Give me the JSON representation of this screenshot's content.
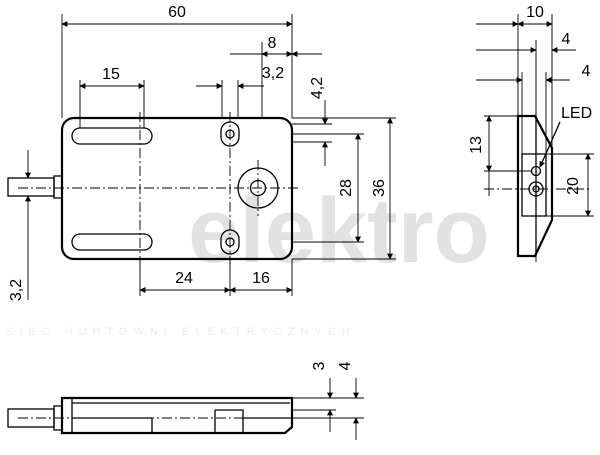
{
  "watermark": {
    "brand": "elektro",
    "tagline": "SIEC HURTOWNI ELEKTRYCZNYCH"
  },
  "dimensions": {
    "overall_width": "60",
    "offset_8": "8",
    "offset_3_2": "3,2",
    "slot_15": "15",
    "hole_4_2": "4,2",
    "height_28": "28",
    "height_36": "36",
    "cable_3_2": "3,2",
    "pitch_24": "24",
    "pitch_16": "16",
    "side_width_10": "10",
    "side_4_top": "4",
    "side_4_right": "4",
    "side_13": "13",
    "side_20": "20",
    "bottom_3": "3",
    "bottom_4": "4"
  },
  "labels": {
    "led": "LED"
  }
}
